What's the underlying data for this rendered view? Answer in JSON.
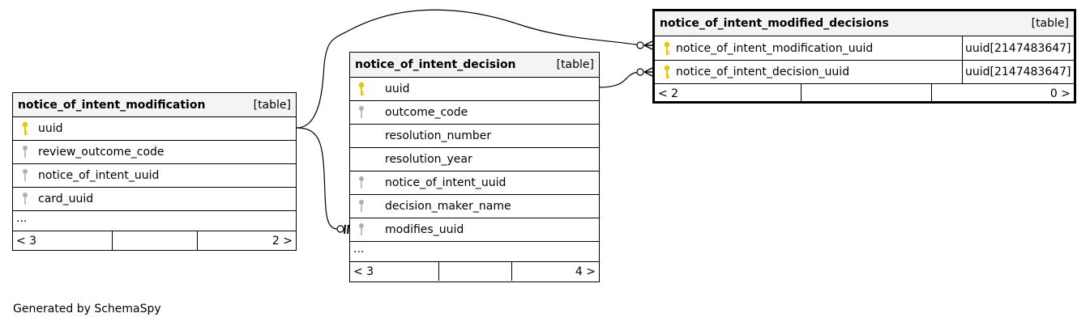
{
  "tables": {
    "modification": {
      "name": "notice_of_intent_modification",
      "kind": "[table]",
      "columns": [
        {
          "name": "uuid",
          "key": "primary"
        },
        {
          "name": "review_outcome_code",
          "key": "foreign"
        },
        {
          "name": "notice_of_intent_uuid",
          "key": "foreign"
        },
        {
          "name": "card_uuid",
          "key": "foreign"
        }
      ],
      "ellipsis": "...",
      "footer": {
        "parents": "< 3",
        "children": "2 >"
      }
    },
    "decision": {
      "name": "notice_of_intent_decision",
      "kind": "[table]",
      "columns": [
        {
          "name": "uuid",
          "key": "primary"
        },
        {
          "name": "outcome_code",
          "key": "foreign"
        },
        {
          "name": "resolution_number",
          "key": "none"
        },
        {
          "name": "resolution_year",
          "key": "none"
        },
        {
          "name": "notice_of_intent_uuid",
          "key": "foreign"
        },
        {
          "name": "decision_maker_name",
          "key": "foreign"
        },
        {
          "name": "modifies_uuid",
          "key": "foreign"
        }
      ],
      "ellipsis": "...",
      "footer": {
        "parents": "< 3",
        "children": "4 >"
      }
    },
    "modified_decisions": {
      "name": "notice_of_intent_modified_decisions",
      "kind": "[table]",
      "columns": [
        {
          "name": "notice_of_intent_modification_uuid",
          "type": "uuid[2147483647]",
          "key": "primary"
        },
        {
          "name": "notice_of_intent_decision_uuid",
          "type": "uuid[2147483647]",
          "key": "primary"
        }
      ],
      "footer": {
        "parents": "< 2",
        "children": "0 >"
      }
    }
  },
  "credit": "Generated by SchemaSpy",
  "colors": {
    "primary_key": "#e6c800",
    "foreign_key": "#b0b0b0",
    "header_bg": "#f4f4f4"
  }
}
